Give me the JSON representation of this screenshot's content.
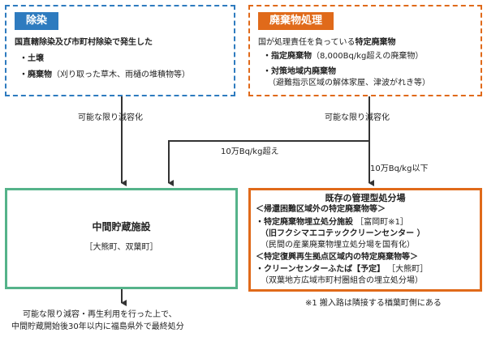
{
  "decon": {
    "title": "除染",
    "lead": "国直轄除染及び市町村除染で発生した",
    "item1": "・土壌",
    "item2_bullet": "・",
    "item2_bold": "廃棄物",
    "item2_rest": "（刈り取った草木、雨樋の堆積物等）"
  },
  "waste": {
    "title": "廃棄物処理",
    "lead_a": "国が処理責任を負っている",
    "lead_b": "特定廃棄物",
    "item1_bold": "・指定廃棄物",
    "item1_rest": "（8,000Bq/kg超えの廃棄物）",
    "item2": "・対策地域内廃棄物",
    "item2_note": "（避難指示区域の解体家屋、津波がれき等）"
  },
  "flow": {
    "reduce_left": "可能な限り減容化",
    "reduce_right": "可能な限り減容化",
    "over": "10万Bq/kg超え",
    "under": "10万Bq/kg以下"
  },
  "interim": {
    "title": "中間貯蔵施設",
    "location": "［大熊町、双葉町］"
  },
  "managed": {
    "title": "既存の管理型処分場",
    "sec1": "＜帰還困難区域外の特定廃棄物等＞",
    "fac1_bold": "・特定廃棄物埋立処分施設",
    "fac1_loc": "［富岡町※1］",
    "fac1_alias": "（旧フクシマエコテッククリーンセンター ）",
    "fac1_note": "（民間の産業廃棄物埋立処分場を国有化）",
    "sec2": "＜特定復興再生拠点区域内の特定廃棄物等＞",
    "fac2_bold": "・クリーンセンターふたば【予定】",
    "fac2_loc": "［大熊町］",
    "fac2_note": "（双葉地方広域市町村圏組合の埋立処分場）"
  },
  "footnote": "※1 搬入路は隣接する楢葉町側にある",
  "final": {
    "line1": "可能な限り減容・再生利用を行った上で、",
    "line2": "中間貯蔵開始後30年以内に福島県外で最終処分"
  },
  "colors": {
    "decon": "#2e7bbf",
    "waste": "#e06a1a",
    "interim": "#55b38a",
    "line": "#333333"
  }
}
